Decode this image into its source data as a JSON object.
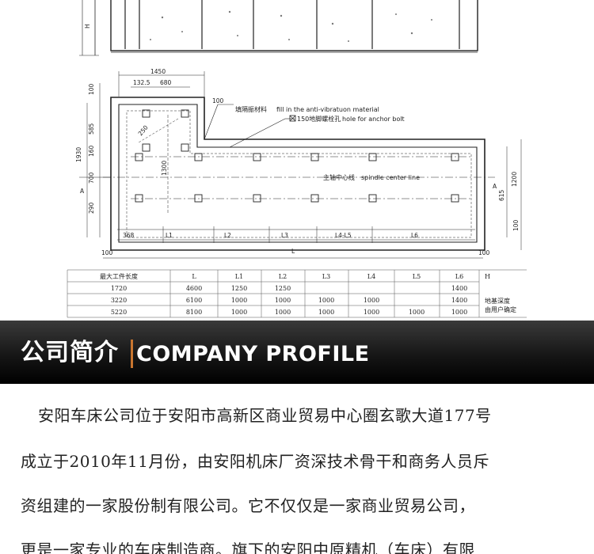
{
  "drawing": {
    "top_label": "H",
    "top_dim": "1450",
    "sub_dim_1": "132.5",
    "sub_dim_2": "680",
    "dim_100": "100",
    "left_dims": [
      "100",
      "585",
      "160",
      "700",
      "290"
    ],
    "total_height_dim": "1930",
    "inner_dim_1300": "1300",
    "inner_dim_250": "250",
    "section_mark": "A",
    "right_dims": [
      "1200",
      "615",
      "100"
    ],
    "segment_labels": [
      "368",
      "L1",
      "L2",
      "L3",
      "L4-L5",
      "L6"
    ],
    "bottom_dims": [
      "100",
      "L",
      "100"
    ],
    "note_fill_cn": "填隔振材料",
    "note_fill_en": "fill in the anti-vibratuon material",
    "note_bolt_cn": "150地脚螺栓孔",
    "note_bolt_en": "hole for anchor bolt",
    "spindle_cn": "主轴中心线",
    "spindle_en": "spindle center line"
  },
  "spec_table": {
    "headers": [
      "最大工件长度",
      "L",
      "L1",
      "L2",
      "L3",
      "L4",
      "L5",
      "L6",
      "H"
    ],
    "rows": [
      [
        "1720",
        "4600",
        "1250",
        "1250",
        "",
        "",
        "",
        "1400"
      ],
      [
        "3220",
        "6100",
        "1000",
        "1000",
        "1000",
        "1000",
        "",
        "1400"
      ],
      [
        "5220",
        "8100",
        "1000",
        "1000",
        "1000",
        "1000",
        "1000",
        "1000"
      ]
    ],
    "h_note_1": "地基深度",
    "h_note_2": "由用户确定"
  },
  "banner": {
    "title_cn": "公司简介",
    "title_en": "COMPANY PROFILE",
    "bar_color": "#c8752f"
  },
  "profile": {
    "lines": [
      "安阳车床公司位于安阳市高新区商业贸易中心圈玄歌大道177号",
      "成立于2010年11月份，由安阳机床厂资深技术骨干和商务人员斥",
      "资组建的一家股份制有限公司。它不仅仅是一家商业贸易公司，",
      "更是一家专业的车床制造商。旗下的安阳中原精机（车床）有限"
    ]
  }
}
